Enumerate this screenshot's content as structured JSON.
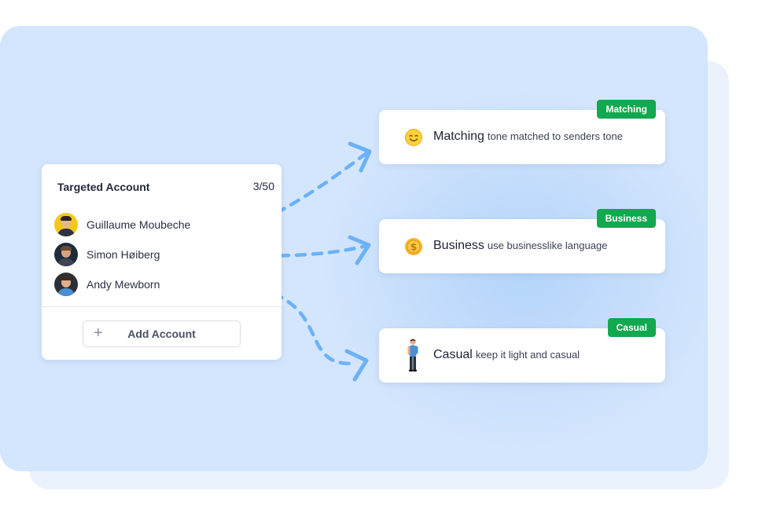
{
  "account_card": {
    "title": "Targeted Account",
    "count": "3/50",
    "accounts": [
      {
        "name": "Guillaume Moubeche"
      },
      {
        "name": "Simon Høiberg"
      },
      {
        "name": "Andy Mewborn"
      }
    ],
    "add_button": {
      "icon": "plus-icon",
      "label": "Add Account"
    }
  },
  "tones": [
    {
      "badge": "Matching",
      "name": "Matching",
      "description": "tone matched to senders tone",
      "icon": "smiley-icon"
    },
    {
      "badge": "Business",
      "name": "Business",
      "description": "use businesslike language",
      "icon": "coin-icon"
    },
    {
      "badge": "Casual",
      "name": "Casual",
      "description": "keep it light and casual",
      "icon": "standing-person-icon"
    }
  ],
  "colors": {
    "badge": "#12a84f",
    "arrow": "#6cb1f7",
    "panel": "#d4e6fd"
  }
}
